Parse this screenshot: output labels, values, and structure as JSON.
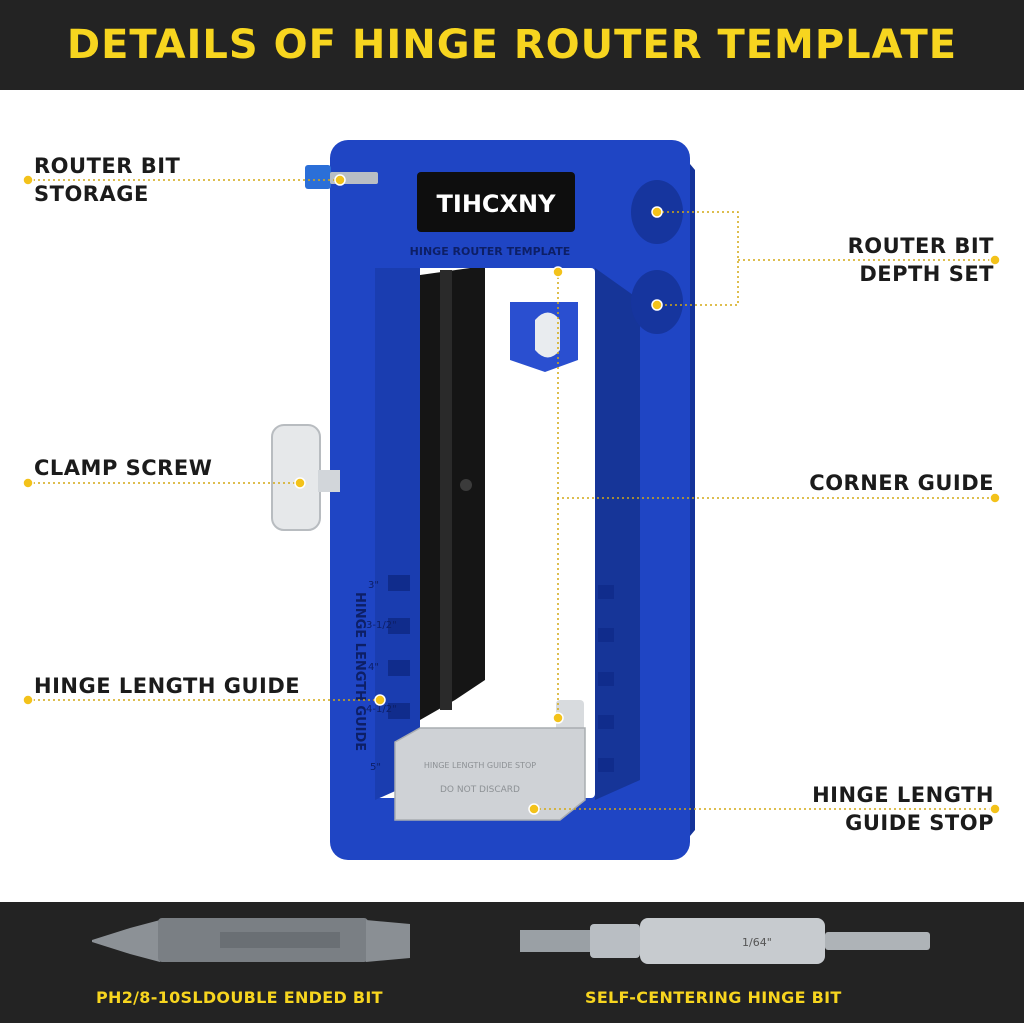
{
  "banner": {
    "title": "DETAILS OF HINGE ROUTER TEMPLATE"
  },
  "template": {
    "brand": "TIHCXNY",
    "model_label": "HINGE ROUTER TEMPLATE",
    "stop_text_1": "HINGE LENGTH GUIDE STOP",
    "stop_text_2": "DO NOT DISCARD",
    "guide_side_text": "HINGE LENGTH GUIDE",
    "size_3": "3\"",
    "size_3_5": "3-1/2\"",
    "size_4": "4\"",
    "size_4_5": "4-1/2\"",
    "size_5": "5\"",
    "bit_marking": "1/64\""
  },
  "callouts": {
    "router_bit_storage": [
      "ROUTER BIT",
      "STORAGE"
    ],
    "clamp_screw": "CLAMP SCREW",
    "hinge_length_guide": "HINGE LENGTH GUIDE",
    "router_bit_depth_set": [
      "ROUTER BIT",
      "DEPTH SET"
    ],
    "corner_guide": "CORNER GUIDE",
    "hinge_length_guide_stop": [
      "HINGE LENGTH",
      "GUIDE STOP"
    ]
  },
  "accessories": {
    "double_ended_bit": "PH2/8-10SLDOUBLE ENDED BIT",
    "hinge_bit": "SELF-CENTERING HINGE BIT"
  },
  "colors": {
    "banner_bg": "#232323",
    "accent_yellow": "#f7d51f",
    "template_blue": "#1f45c4",
    "stop_gray": "#cfd2d6",
    "callout_dot": "#f3c21a"
  }
}
